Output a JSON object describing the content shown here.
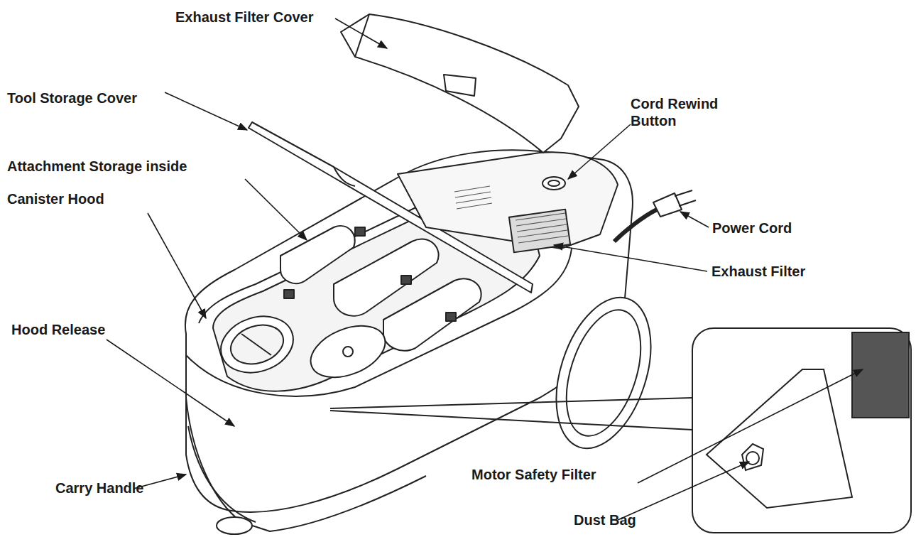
{
  "diagram": {
    "labels": [
      "Exhaust Filter Cover",
      "Tool Storage Cover",
      "Cord Rewind Button",
      "Attachment Storage inside",
      "Canister Hood",
      "Power Cord",
      "Exhaust Filter",
      "Hood Release",
      "Carry Handle",
      "Motor Safety Filter",
      "Dust Bag"
    ]
  }
}
